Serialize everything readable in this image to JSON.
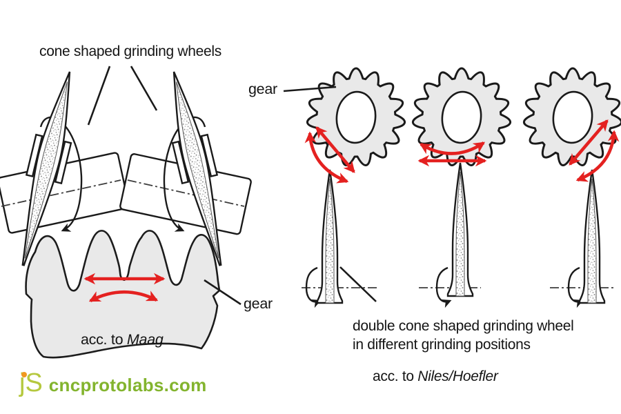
{
  "colors": {
    "outline": "#1a1a1a",
    "gear_fill": "#e9e9e9",
    "arrow_red": "#e42120",
    "centerline_gray": "#3c3c3c",
    "logo_green": "#b5c83e",
    "logo_dot_orange": "#f0981f",
    "site_green": "#83b42e"
  },
  "left_diagram": {
    "wheels_label": "cone shaped grinding wheels",
    "gear_label": "gear",
    "caption": {
      "prefix": "acc. to ",
      "name": "Maag"
    }
  },
  "right_diagram": {
    "gear_label": "gear",
    "caption_line1": "double cone shaped grinding wheel",
    "caption_line2": "in different grinding positions",
    "caption": {
      "prefix": "acc. to ",
      "name": "Niles/Hoefler"
    }
  },
  "watermark": {
    "logo": "jS",
    "site": "cncprotolabs.com"
  }
}
